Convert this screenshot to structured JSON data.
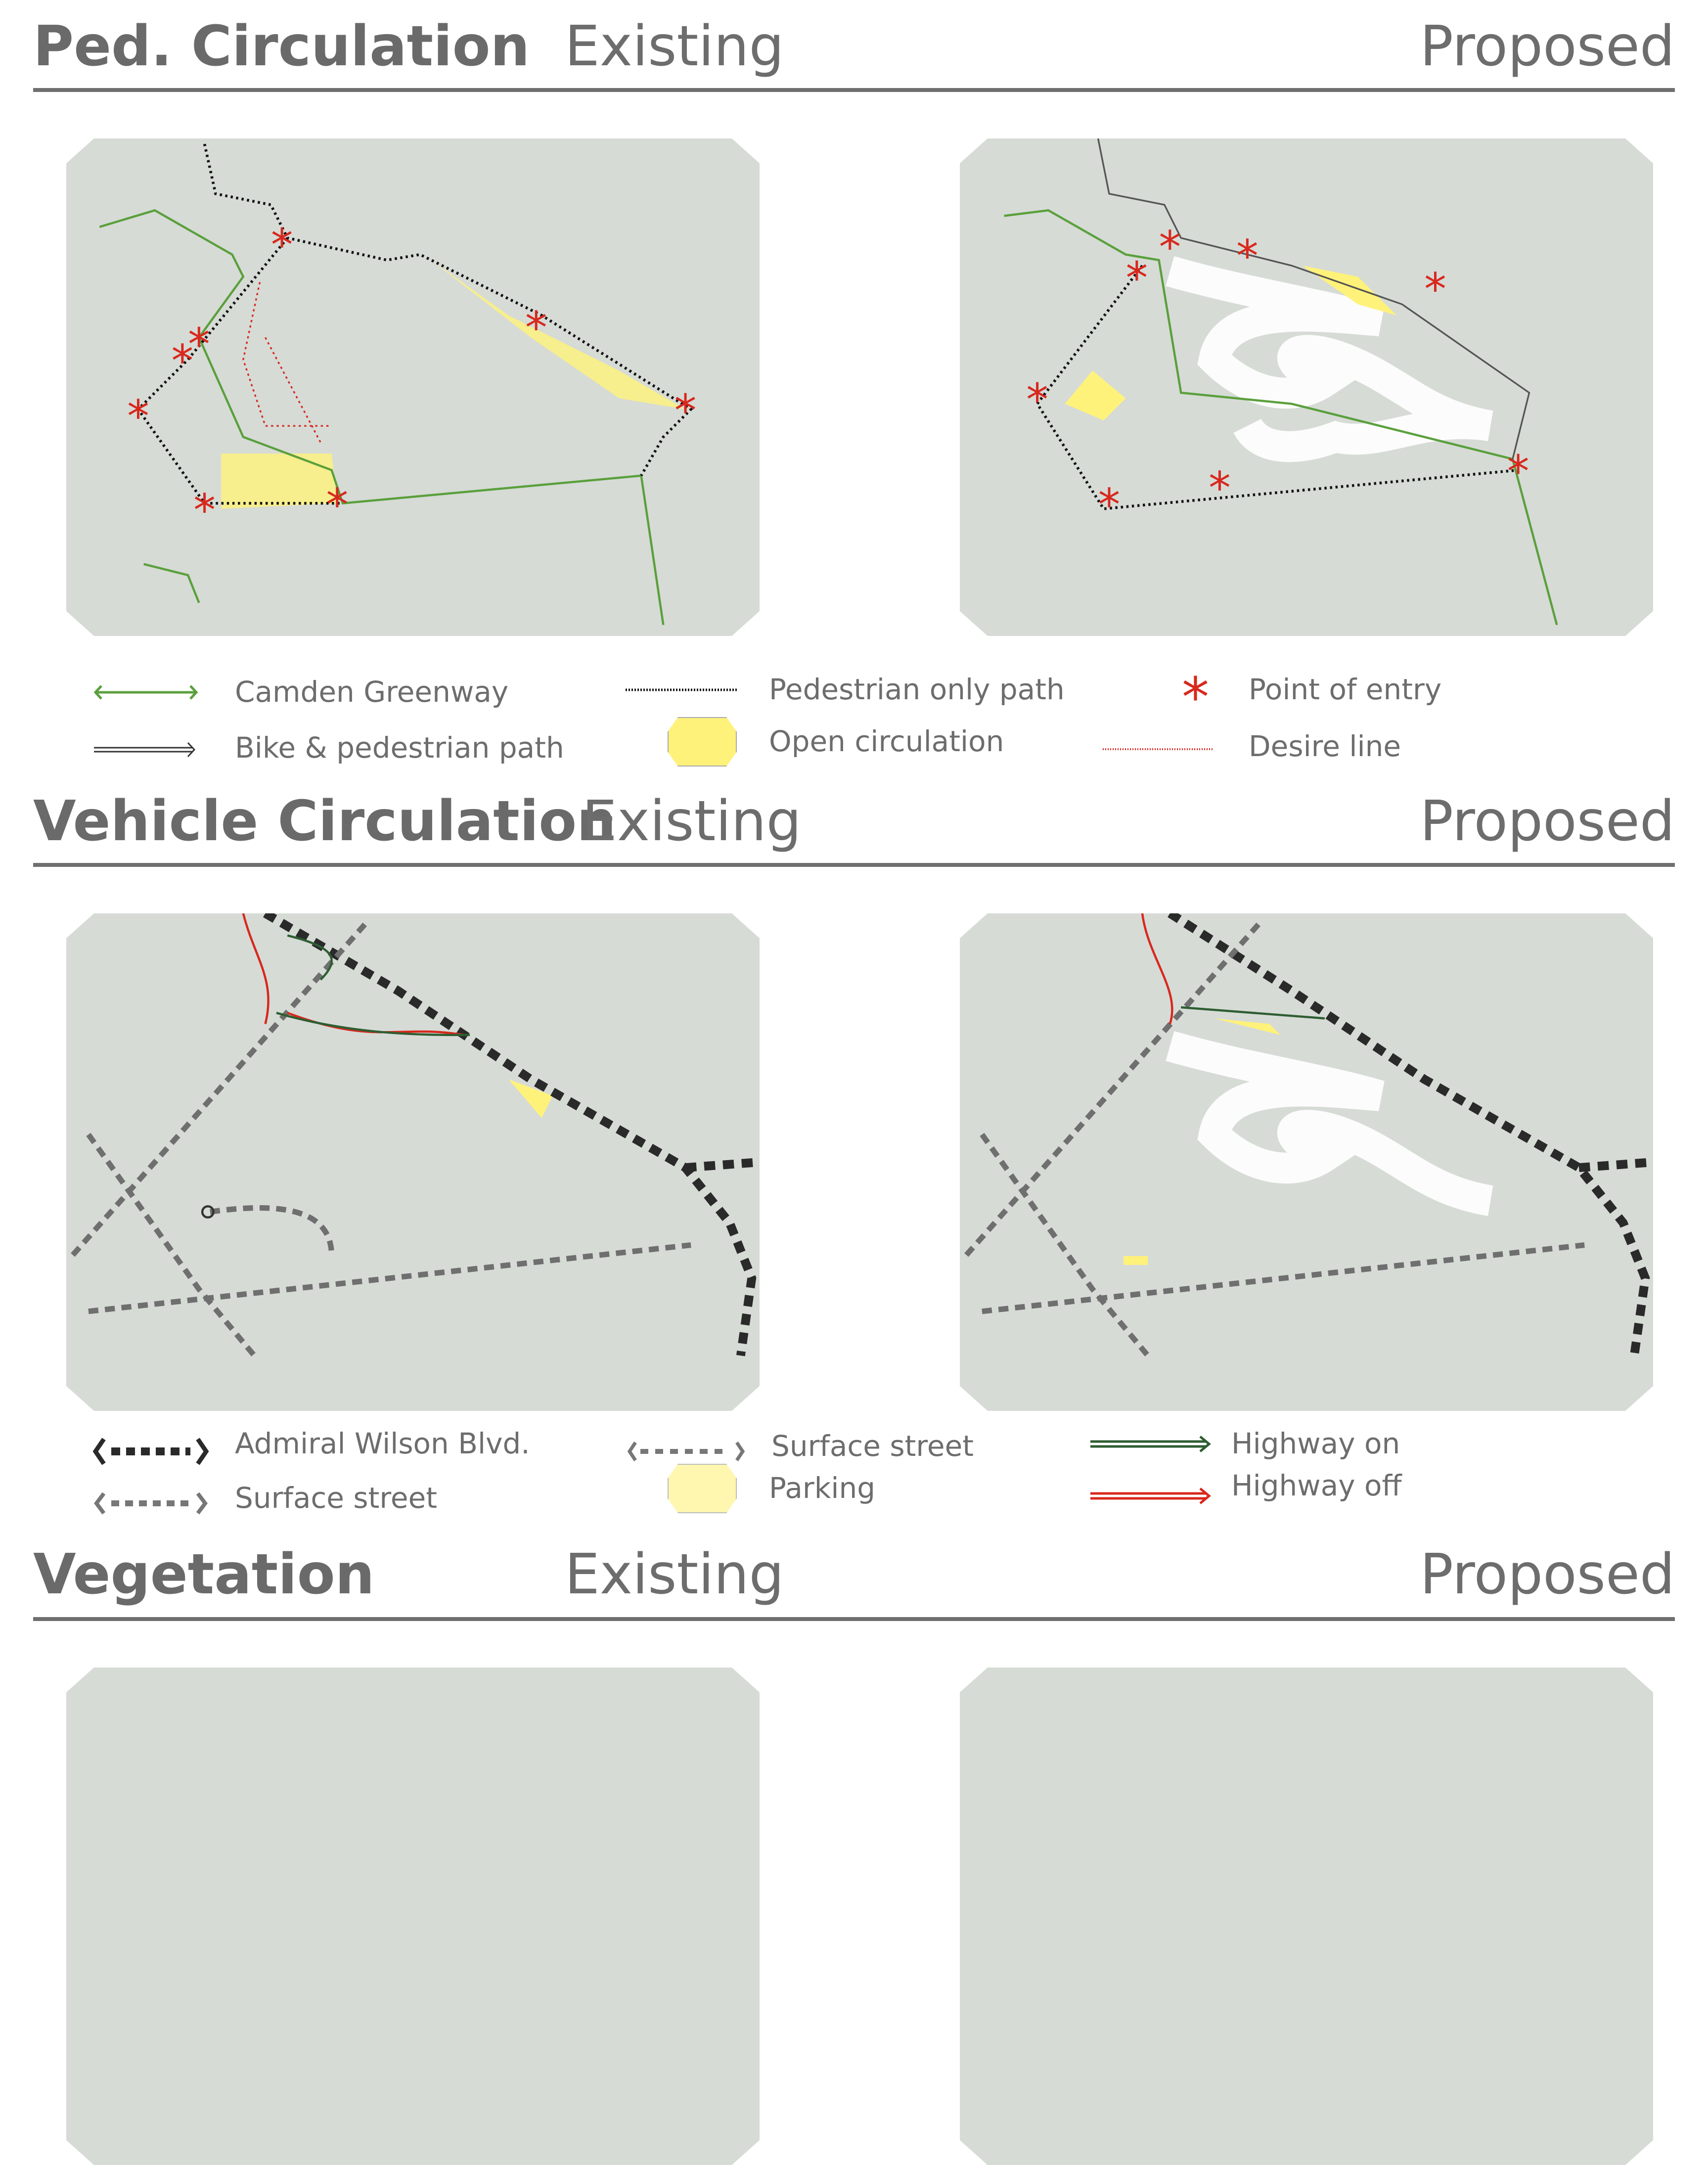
{
  "sections": [
    {
      "title": "Ped. Circulation",
      "existing": "Existing",
      "proposed": "Proposed"
    },
    {
      "title": "Vehicle Circulation",
      "existing": "Existing",
      "proposed": "Proposed"
    },
    {
      "title": "Vegetation",
      "existing": "Existing",
      "proposed": "Proposed"
    }
  ],
  "ped_legend": [
    "Camden Greenway",
    "Bike & pedestrian path",
    "Pedestrian only path",
    "Open circulation",
    "Point of entry",
    "Desire line"
  ],
  "veh_legend": [
    "Admiral Wilson Blvd.",
    "Surface street",
    "Surface street",
    "Parking",
    "Highway on",
    "Highway off"
  ],
  "colors": {
    "greenway": "#5aa03c",
    "entry": "#d8281e",
    "open": "#fff27a",
    "parking": "#fff7b0",
    "hwy_on": "#2e5e32",
    "hwy_off": "#d8281e",
    "boulevard": "#2a2a2a",
    "surface": "#777777"
  }
}
